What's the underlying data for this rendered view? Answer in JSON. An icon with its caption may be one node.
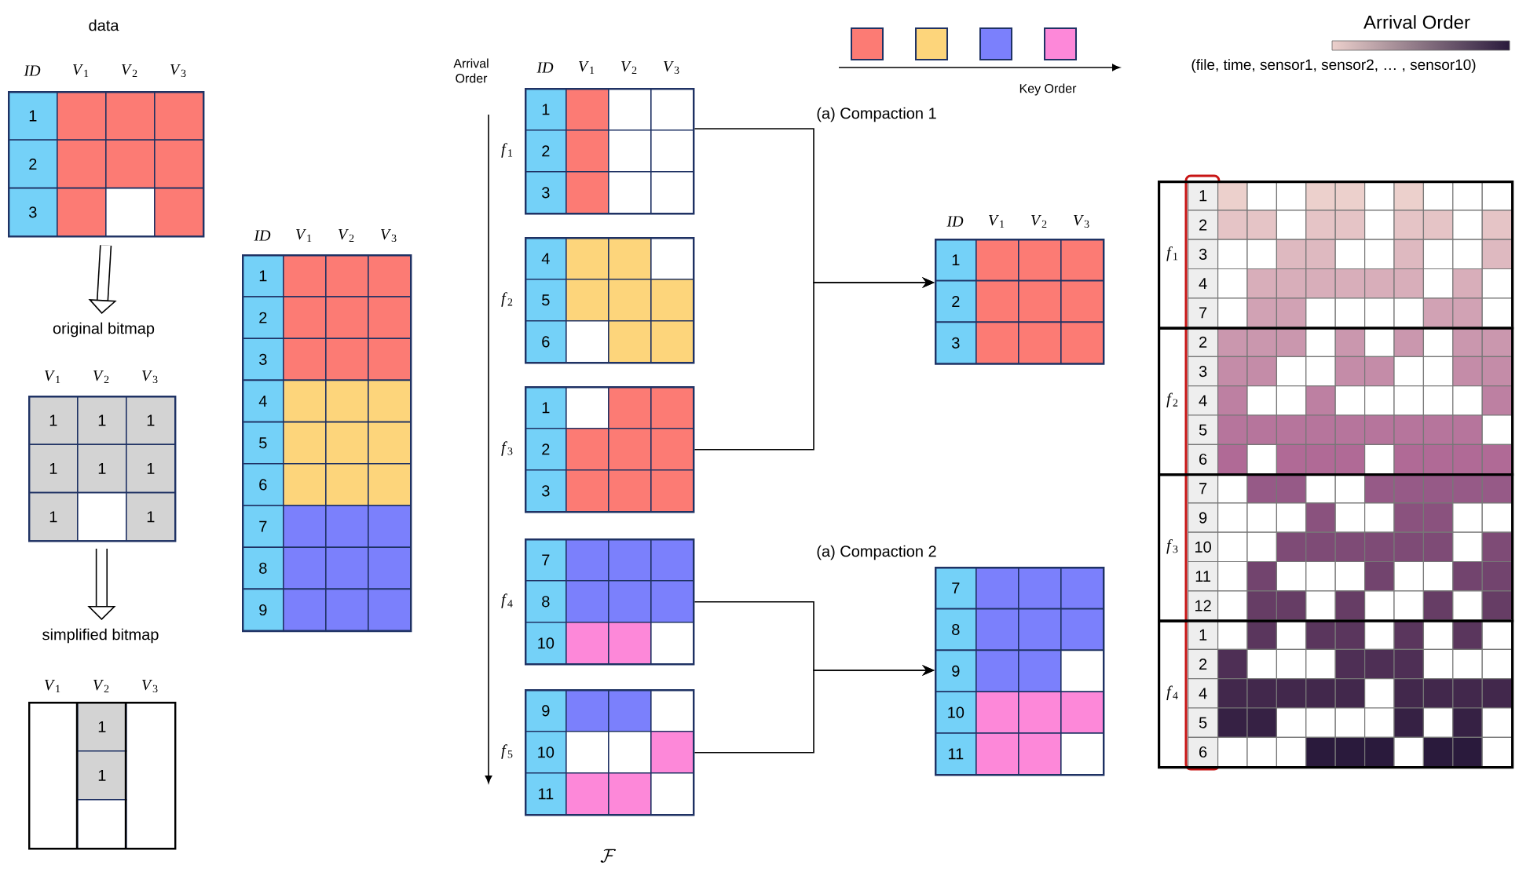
{
  "diagram": {
    "nodes": [
      {
        "text": [
          "data",
          "ID",
          "*V*$_{1}$",
          "*V*$_{2}$",
          "*V*$_{3}$",
          "1",
          "2",
          "3"
        ]
      },
      {
        "text": [
          "original bitmap",
          "*V*$_{1}$",
          "*V*$_{2}$",
          "*V*$_{3}$",
          "1",
          "1",
          "1",
          "1",
          "1",
          "1",
          "1",
          "1"
        ]
      },
      {
        "text": [
          "simplified bitmap",
          "*V*$_{1}$",
          "*V*$_{2}$",
          "*V*$_{3}$",
          "1",
          "1"
        ]
      },
      {
        "text": [
          "ID",
          "*V*$_{1}$",
          "*V*$_{2}$",
          "*V*$_{3}$",
          "1",
          "2",
          "3",
          "4",
          "5",
          "6",
          "7",
          "8",
          "9"
        ]
      },
      {
        "text": [
          "*f*$_{1}$",
          "ID",
          "*V*$_{1}$",
          "*V*$_{2}$",
          "*V*$_{3}$",
          "1",
          "2",
          "3"
        ]
      },
      {
        "text": [
          "*f*$_{2}$",
          "4",
          "5",
          "6"
        ]
      },
      {
        "text": [
          "*f*$_{3}$",
          "1",
          "2",
          "3"
        ]
      },
      {
        "text": [
          "*f*$_{4}$",
          "7",
          "8",
          "10"
        ]
      },
      {
        "text": [
          "*f*$_{5}$",
          "9",
          "10",
          "11"
        ]
      },
      {
        "text": [
          "ID",
          "*V*$_{1}$",
          "*V*$_{2}$",
          "*V*$_{3}$",
          "1",
          "2",
          "3"
        ]
      },
      {
        "text": [
          "7",
          "8",
          "9",
          "10",
          "11"
        ]
      },
      {
        "text": [
          "*f*$_{1}$",
          "1",
          "2",
          "3",
          "4",
          "7"
        ]
      },
      {
        "text": [
          "*f*$_{2}$",
          "2",
          "3",
          "4",
          "5",
          "6"
        ]
      },
      {
        "text": [
          "*f*$_{3}$",
          "7",
          "9",
          "10",
          "11",
          "12"
        ]
      },
      {
        "text": [
          "*f*$_{4}$",
          "1",
          "2",
          "4",
          "5",
          "6"
        ]
      }
    ],
    "edges": [
      {
        "from": 0,
        "to": 1,
        "arrow": "to",
        "style": "thick"
      },
      {
        "from": 1,
        "to": 2,
        "arrow": "to",
        "style": "thick"
      },
      {
        "from": 4,
        "to": 9,
        "arrow": "to",
        "label": "(a) Compaction 1"
      },
      {
        "from": 6,
        "to": 9,
        "arrow": "to"
      },
      {
        "from": 7,
        "to": 10,
        "arrow": "to",
        "label": "(a) Compaction 2"
      },
      {
        "from": 8,
        "to": 10,
        "arrow": "to"
      }
    ],
    "labels": [
      "Arrival Order",
      "Key Order",
      "Arrival Order",
      "(file, time, sensor1, sensor2, … , sensor10)",
      "\\mathcal{F}"
    ]
  }
}
